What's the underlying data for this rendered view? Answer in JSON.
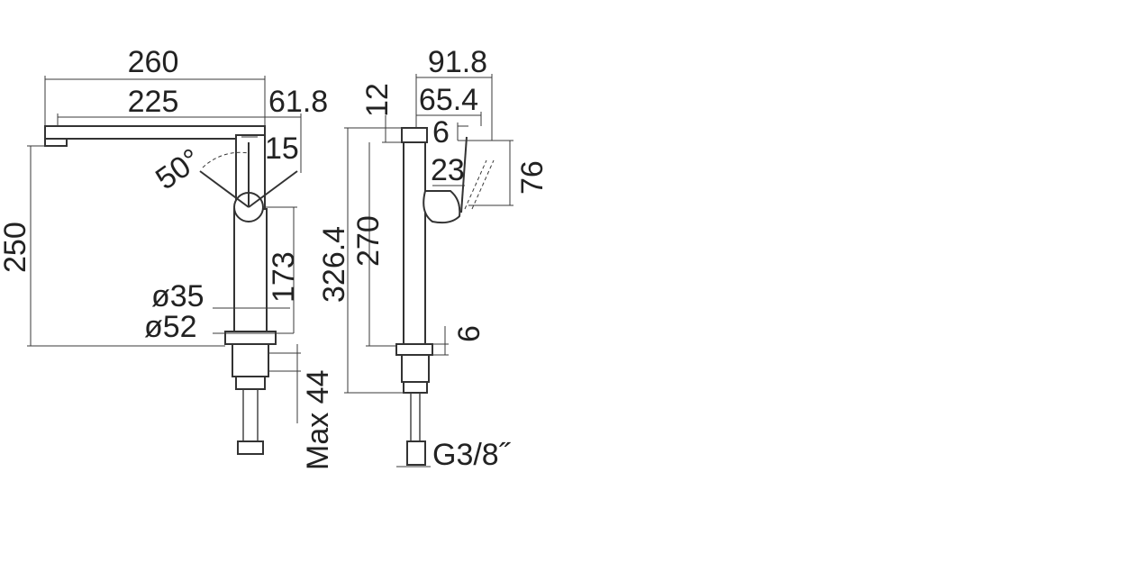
{
  "front_view": {
    "width_total": "260",
    "width_spout": "225",
    "lever_offset": "61.8",
    "lever_angle": "50°",
    "lever_width": "15",
    "height_total": "250",
    "height_spout": "173",
    "diameter_inner": "ø35",
    "diameter_base": "ø52",
    "max_thickness": "Max 44"
  },
  "side_view": {
    "depth_total": "91.8",
    "depth_mid": "65.4",
    "lever_gap": "6",
    "spout_top": "12",
    "lever_height": "76",
    "lever_depth": "23",
    "height_overall": "326.4",
    "height_body": "270",
    "base_height": "6",
    "connection": "G3/8˝"
  },
  "colors": {
    "line": "#3a3a3a",
    "text": "#222222",
    "background": "#ffffff"
  }
}
